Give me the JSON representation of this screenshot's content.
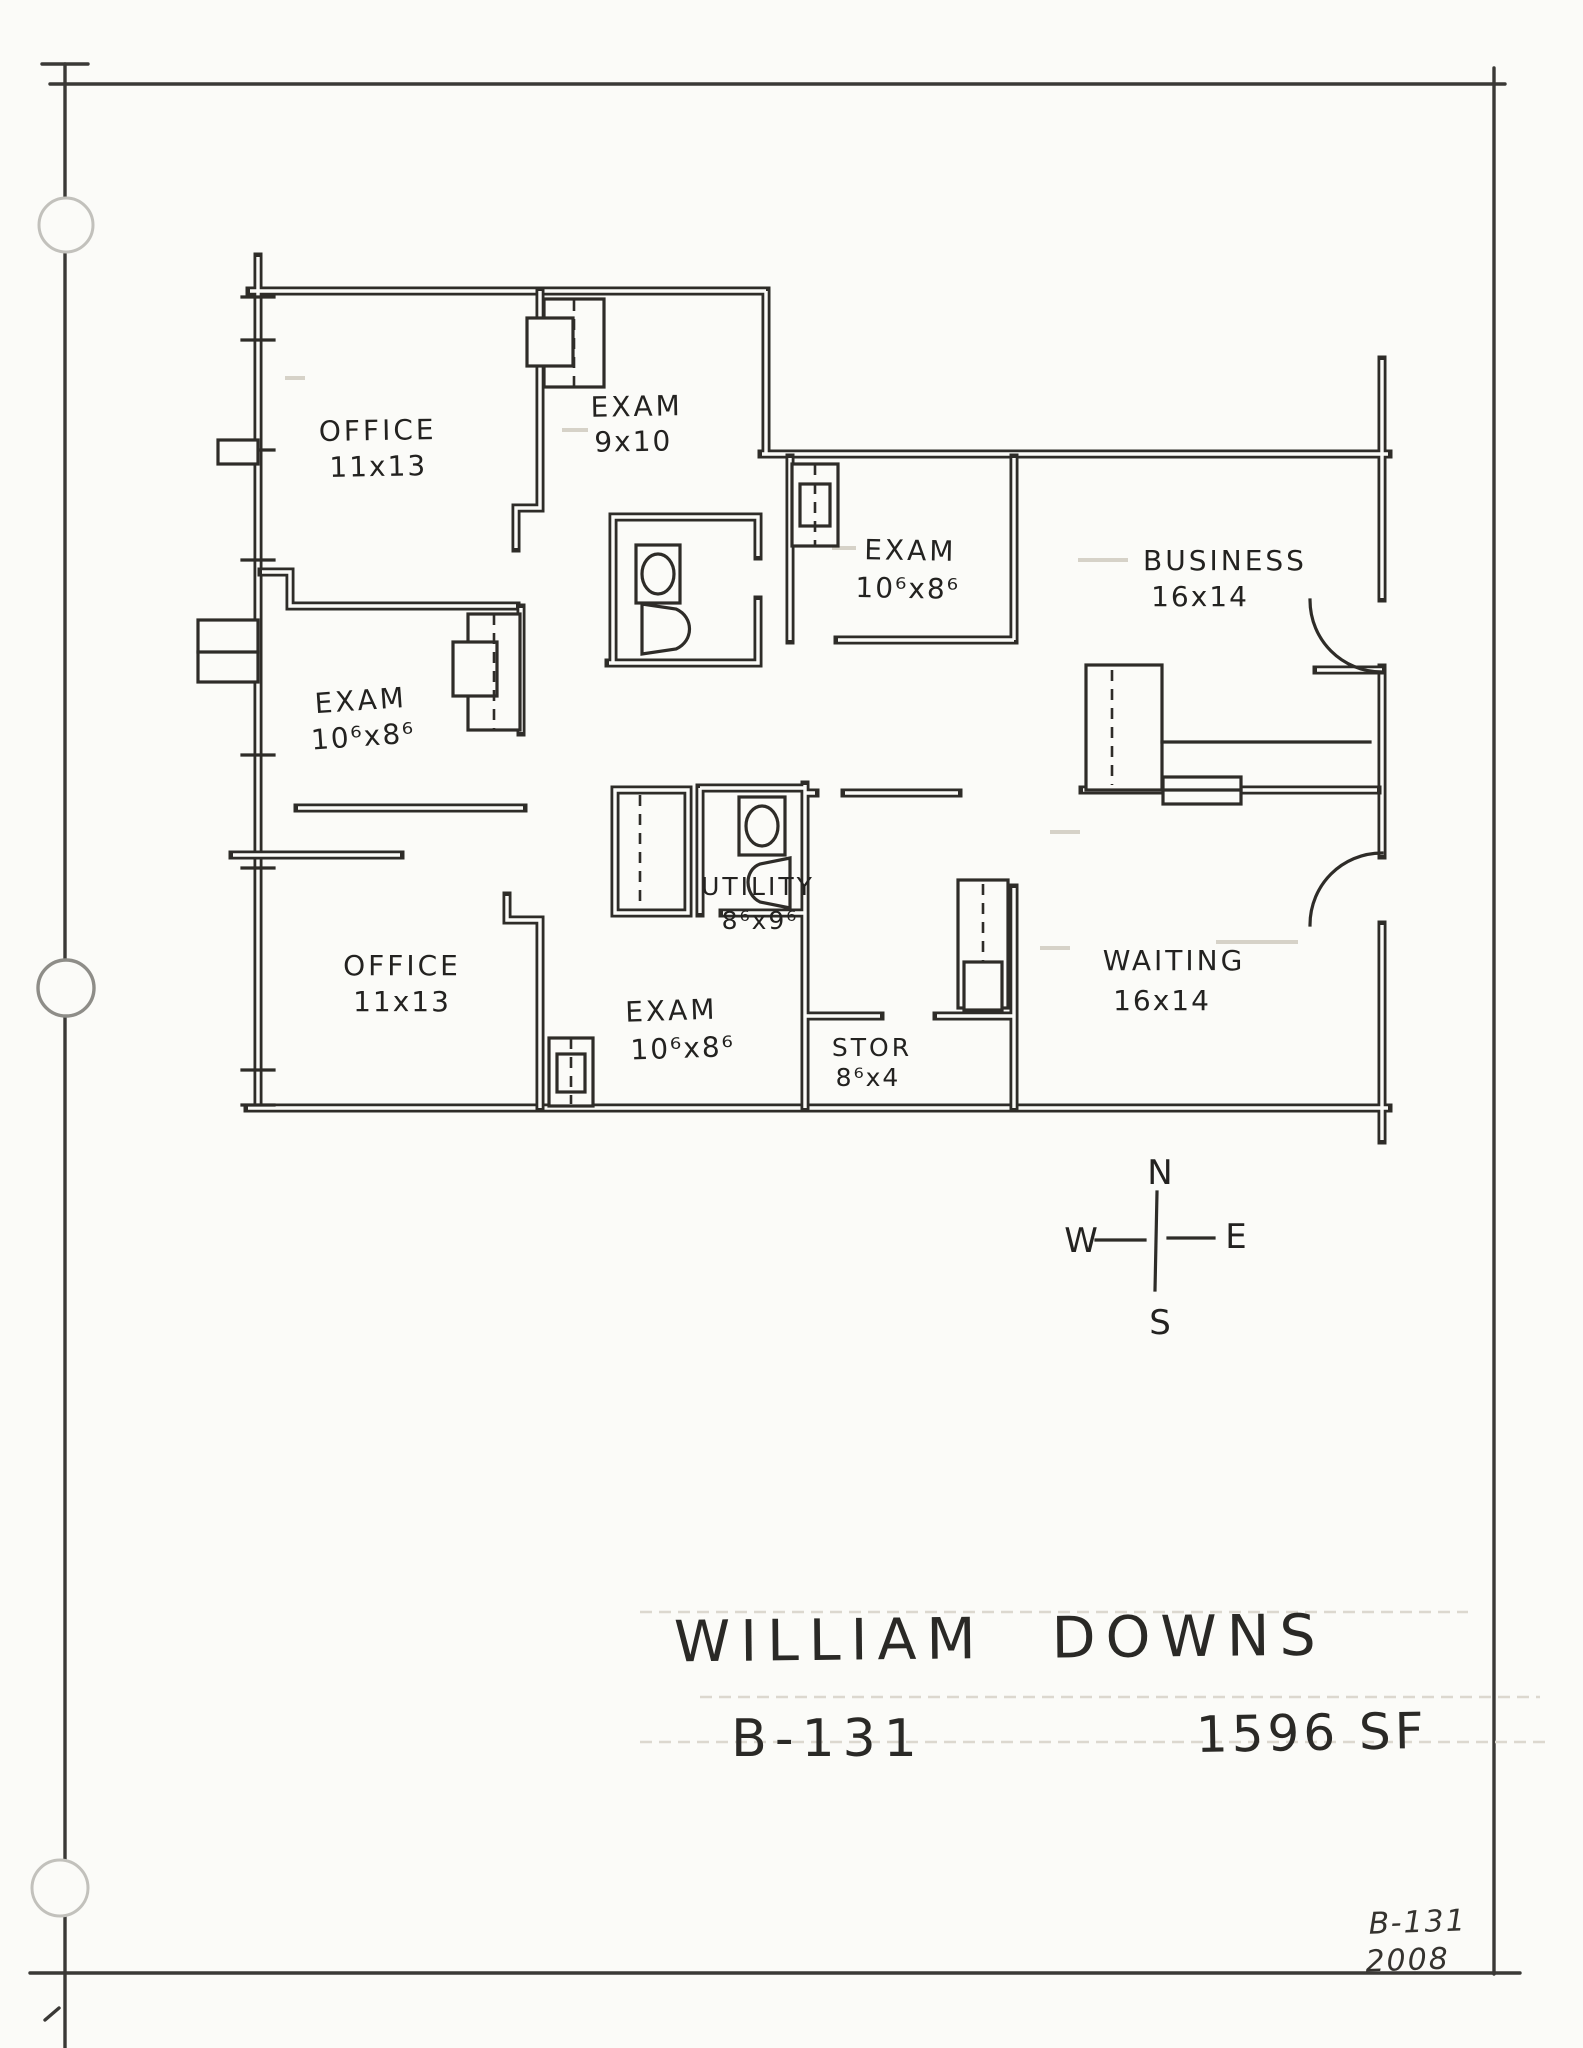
{
  "title_block": {
    "tenant_name": "WILLIAM DOWNS",
    "suite_number": "B-131",
    "area": "1596 SF"
  },
  "corner_stamp": {
    "suite_number": "B-131",
    "year": "2008"
  },
  "compass": {
    "north": "N",
    "south": "S",
    "east": "E",
    "west": "W"
  },
  "rooms": [
    {
      "name": "OFFICE",
      "dims": "11x13"
    },
    {
      "name": "EXAM",
      "dims": "9x10"
    },
    {
      "name": "EXAM",
      "dims": "10⁶x8⁶"
    },
    {
      "name": "BUSINESS",
      "dims": "16x14"
    },
    {
      "name": "EXAM",
      "dims": "10⁶x8⁶"
    },
    {
      "name": "OFFICE",
      "dims": "11x13"
    },
    {
      "name": "EXAM",
      "dims": "10⁶x8⁶"
    },
    {
      "name": "UTILITY",
      "dims": "8⁶x9⁶"
    },
    {
      "name": "STOR",
      "dims": "8⁶x4"
    },
    {
      "name": "WAITING",
      "dims": "16x14"
    }
  ],
  "colors": {
    "ink": "#2e2c28",
    "paper": "#fbfbf8",
    "punch_ring": "#c2c1bc"
  }
}
